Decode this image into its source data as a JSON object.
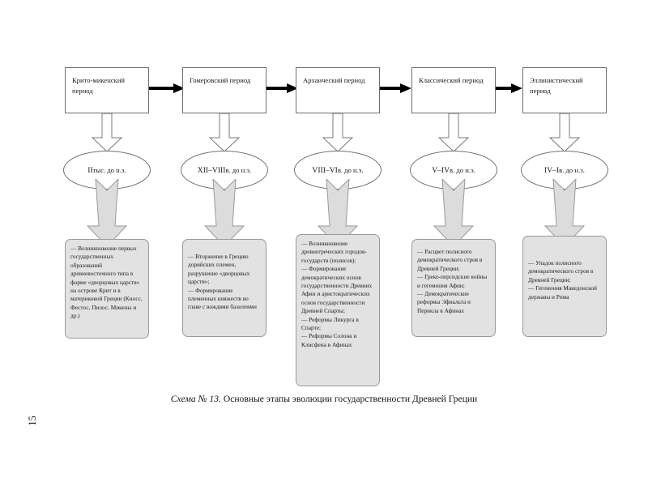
{
  "page": {
    "number": "15",
    "caption_prefix": "Схема № 13.",
    "caption_text": " Основные этапы эволюции государственности Древней Греции"
  },
  "colors": {
    "detail_box_fill": "#e2e2e2",
    "detail_box_border": "#9a9a9a",
    "period_box_border": "#6e6e6e",
    "arrow_black": "#000000",
    "arrow_gray_fill": "#dcdcdc",
    "page_background": "#ffffff"
  },
  "diagram": {
    "type": "flow-diagram",
    "title": "Основные этапы эволюции государственности Древней Греции",
    "columns": [
      {
        "id": "crito-mycenaean",
        "period": "Крито-микенский период",
        "dates": "II тыс. до н.э.",
        "dates_roman": "II",
        "dates_rest": " тыс. до н.э.",
        "details": "— Возникновение первых государственных образований древневосточного типа в форме «дворцовых царств» на острове Крит и в материковой Греции (Кносс, Фестос, Пилос, Микены и др.)"
      },
      {
        "id": "homeric",
        "period": "Гомеровский период",
        "dates": "XII–VIII в. до н.э.",
        "dates_roman": "XII–VIII",
        "dates_rest": " в. до н.э.",
        "details": "— Вторжение в Грецию дорийских племен, разрушение «дворцовых царств»;\n— Формирование племенных княжеств во главе с вождями базилеями"
      },
      {
        "id": "archaic",
        "period": "Архаический период",
        "dates": "VIII–VI в. до н.э.",
        "dates_roman": "VIII–VI",
        "dates_rest": " в. до н.э.",
        "details": "— Возникновение древнегреческих городов-государств (полисов);\n— Формирование демократических основ государственности Древних Афин и аристократических основ государственности Древней Спарты;\n— Реформы Ликурга в Спарте;\n— Реформы Солона и Клисфена в Афинах"
      },
      {
        "id": "classical",
        "period": "Классический период",
        "dates": "V–IV в. до н.э.",
        "dates_roman": "V–IV",
        "dates_rest": " в. до н.э.",
        "details": "— Расцвет полисного демократического строя в Древней Греции;\n— Греко-персидские войны и гегемония Афин;\n— Демократические реформы Эфиальта и Перикла в Афинах"
      },
      {
        "id": "hellenistic",
        "period": "Эллинистический период",
        "dates": "IV–I в. до н.э.",
        "dates_roman": "IV–I",
        "dates_rest": " в. до н.э.",
        "details": "— Упадок полисного демократического строя в Древней Греции;\n— Гегемония Македонской державы и Рима"
      }
    ]
  }
}
